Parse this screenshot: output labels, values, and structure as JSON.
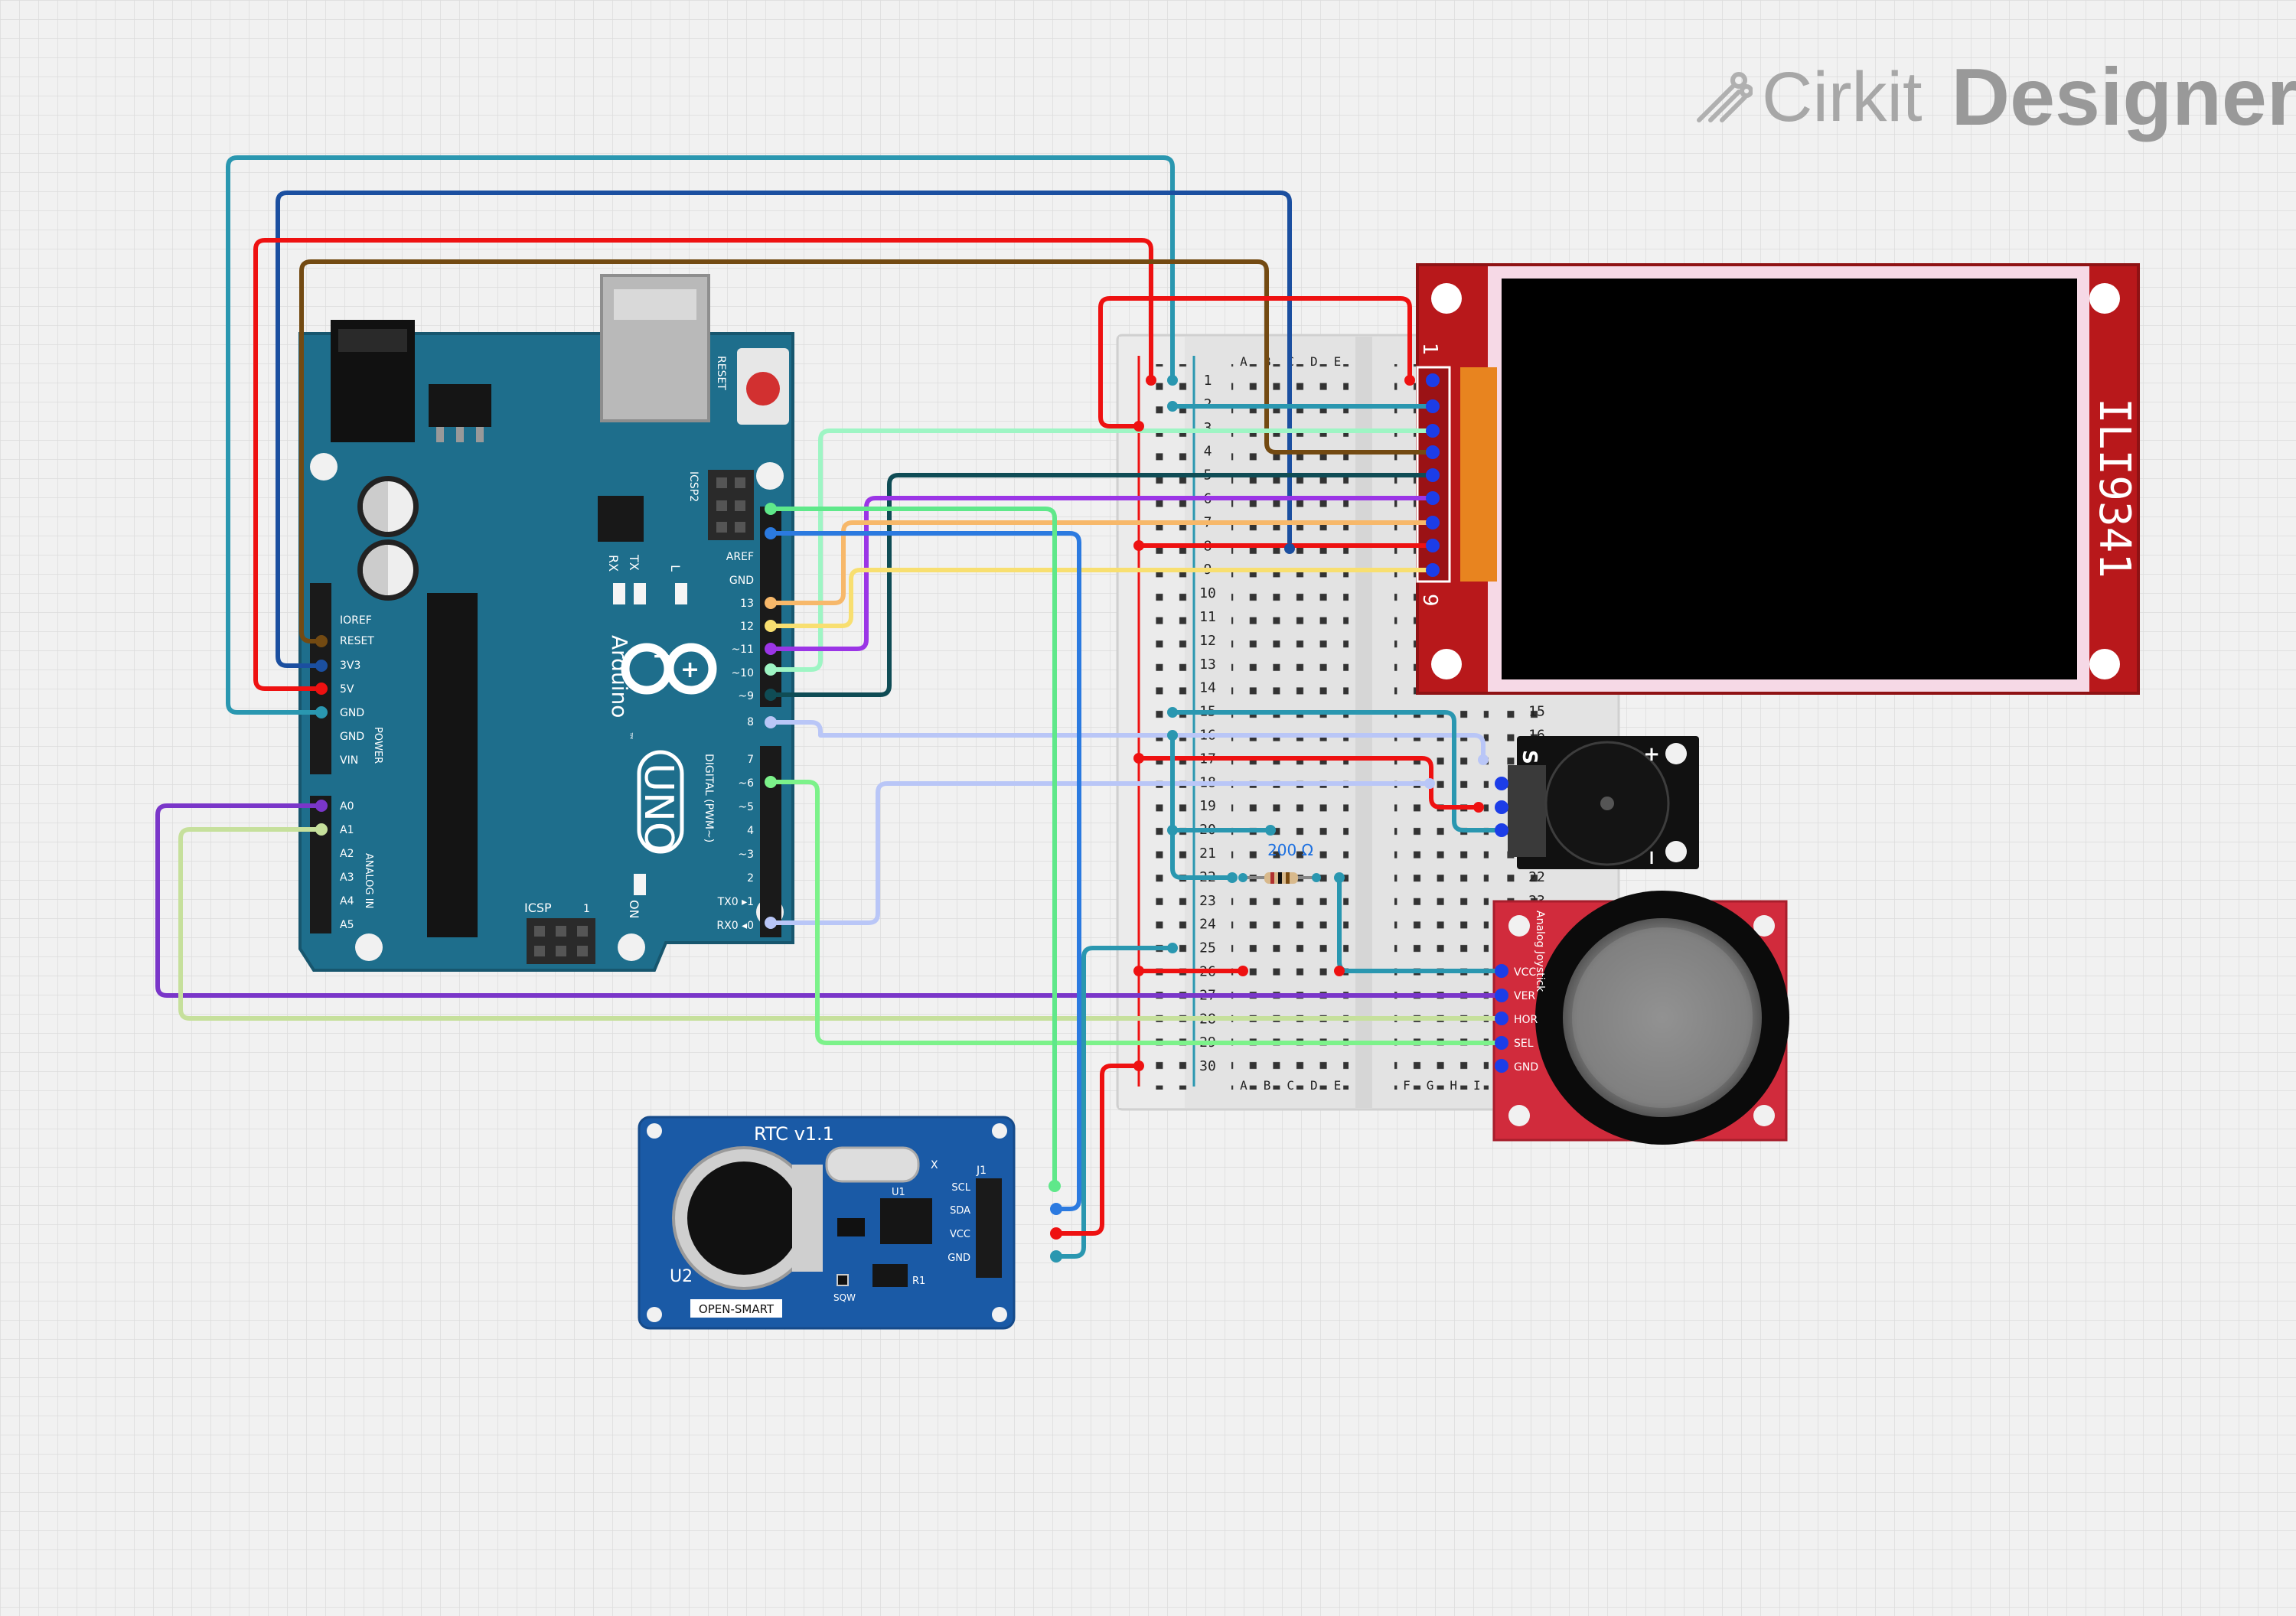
{
  "branding": {
    "cirkit": "Cirkit",
    "designer": "Designer"
  },
  "arduino": {
    "brand": "Arduino",
    "model": "UNO",
    "tm": "™",
    "reset_label": "RESET",
    "icsp2_label": "ICSP2",
    "icsp_label": "ICSP",
    "icsp_pin1": "1",
    "on_label": "ON",
    "l_label": "L",
    "tx_label": "TX",
    "rx_label": "RX",
    "digital_label": "DIGITAL (PWM~)",
    "power_label": "POWER",
    "analog_label": "ANALOG IN",
    "power_pins": [
      "IOREF",
      "RESET",
      "3V3",
      "5V",
      "GND",
      "GND",
      "VIN"
    ],
    "analog_pins": [
      "A0",
      "A1",
      "A2",
      "A3",
      "A4",
      "A5"
    ],
    "digital_top": [
      "AREF",
      "GND",
      "13",
      "12",
      "~11",
      "~10",
      "~9",
      "8"
    ],
    "digital_bottom": [
      "7",
      "~6",
      "~5",
      "4",
      "~3",
      "2",
      "TX0 ▸1",
      "RX0 ◂0"
    ]
  },
  "breadboard": {
    "cols_left": [
      "A",
      "B",
      "C",
      "D",
      "E"
    ],
    "cols_right": [
      "F",
      "G",
      "H",
      "I"
    ],
    "row_labels": [
      "1",
      "2",
      "3",
      "4",
      "5",
      "6",
      "7",
      "8",
      "9",
      "10",
      "11",
      "12",
      "13",
      "14",
      "15",
      "16",
      "17",
      "18",
      "19",
      "20",
      "21",
      "22",
      "23",
      "24",
      "25",
      "26",
      "27",
      "28",
      "29",
      "30"
    ]
  },
  "resistor": {
    "label": "200 Ω"
  },
  "display": {
    "label": "ILI9341",
    "pin_first": "1",
    "pin_last": "9"
  },
  "buzzer": {
    "s_label": "S",
    "plus_label": "+",
    "minus_label": "−"
  },
  "joystick": {
    "title": "Analog Joystick",
    "pins": [
      "VCC",
      "VER",
      "HOR",
      "SEL",
      "GND"
    ]
  },
  "rtc": {
    "title": "RTC v1.1",
    "u2": "U2",
    "u1": "U1",
    "j1": "J1",
    "r1": "R1",
    "x": "X",
    "sqw": "SQW",
    "brand": "OPEN-SMART",
    "pins": [
      "SCL",
      "SDA",
      "VCC",
      "GND"
    ]
  },
  "colors": {
    "wire_red": "#ee1111",
    "wire_teal": "#2a97b0",
    "wire_navy": "#1b4fa0",
    "wire_brown": "#734a12",
    "wire_green": "#5fe88a",
    "wire_blue": "#2b7ae0",
    "wire_mint": "#9ef5c4",
    "wire_darkteal": "#0f4c55",
    "wire_purple": "#9b35e6",
    "wire_orange": "#f7b86a",
    "wire_yellow": "#f8df70",
    "wire_lavender": "#b9c6f7",
    "wire_violet": "#7a36c9",
    "wire_sage": "#c6e09c",
    "wire_springgreen": "#7cf28a",
    "arduino_board": "#1e6e8c",
    "display_board": "#b8181b",
    "joystick_board": "#d12b3c",
    "rtc_board": "#1a5aa6"
  }
}
